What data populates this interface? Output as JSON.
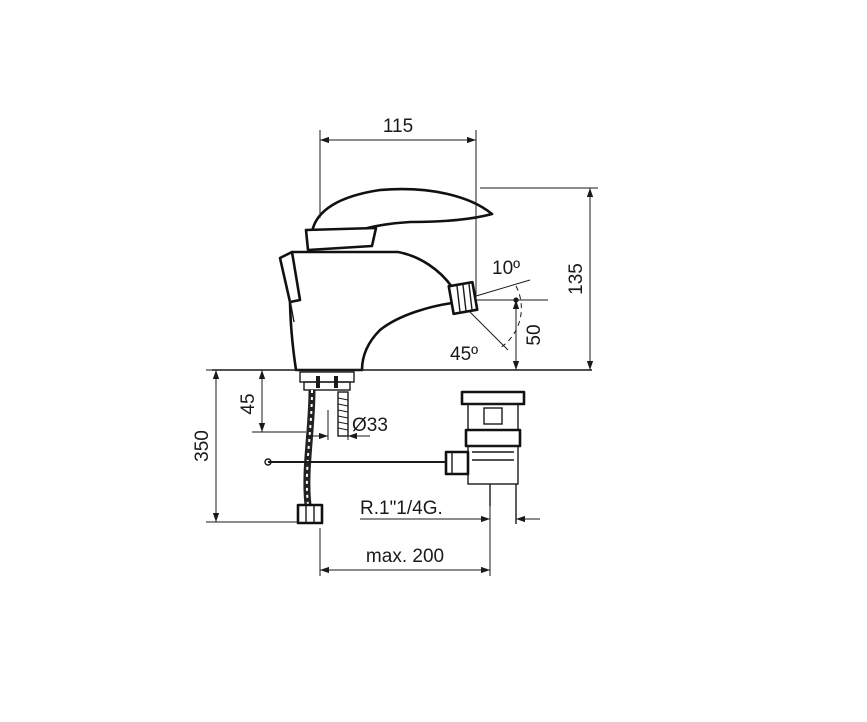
{
  "labels": {
    "width_115": "115",
    "height_135": "135",
    "angle_10": "10º",
    "angle_45": "45º",
    "spout_50": "50",
    "depth_45": "45",
    "height_350": "350",
    "diameter_33": "Ø33",
    "thread": "R.1\"1/4G.",
    "max_200": "max. 200"
  },
  "colors": {
    "line": "#1a1a1a",
    "background": "#ffffff"
  }
}
